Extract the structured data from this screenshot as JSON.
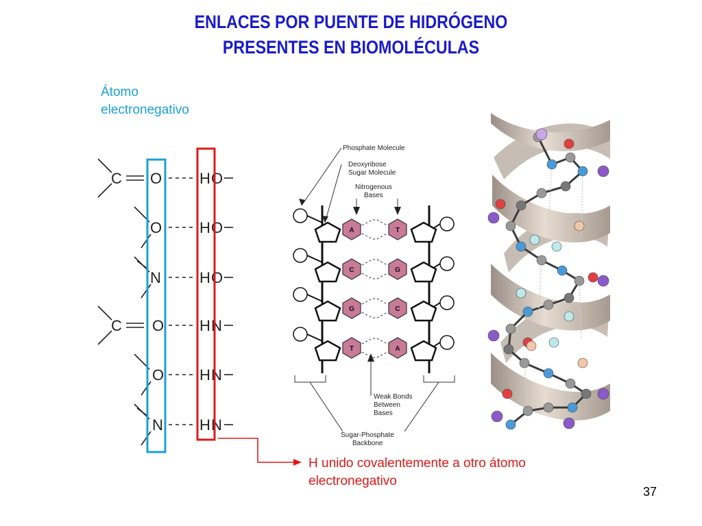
{
  "slide": {
    "title_lines": [
      "ENLACES POR PUENTE DE HIDRÓGENO",
      "PRESENTES EN BIOMOLÉCULAS"
    ],
    "blue_callout_lines": [
      "Átomo",
      "electronegativo"
    ],
    "red_callout_lines": [
      "H unido covalentemente a otro átomo",
      "electronegativo"
    ],
    "page_number": "37"
  },
  "hbond_rows": [
    {
      "left": "C",
      "acceptor": "O",
      "hydrogen": "H",
      "donor": "O"
    },
    {
      "left": "",
      "acceptor": "O",
      "hydrogen": "H",
      "donor": "O"
    },
    {
      "left": "",
      "acceptor": "N",
      "hydrogen": "H",
      "donor": "O"
    },
    {
      "left": "C",
      "acceptor": "O",
      "hydrogen": "H",
      "donor": "N"
    },
    {
      "left": "",
      "acceptor": "O",
      "hydrogen": "H",
      "donor": "N"
    },
    {
      "left": "",
      "acceptor": "N",
      "hydrogen": "H",
      "donor": "N"
    }
  ],
  "dna_diagram": {
    "labels": {
      "phosphate": "Phosphate Molecule",
      "sugar_1": "Deoxyribose",
      "sugar_2": "Sugar Molecule",
      "bases_1": "Nitrogenous",
      "bases_2": "Bases",
      "weak_1": "Weak Bonds",
      "weak_2": "Between",
      "weak_3": "Bases",
      "backbone_1": "Sugar-Phosphate",
      "backbone_2": "Backbone"
    },
    "base_pairs": [
      [
        "A",
        "T"
      ],
      [
        "C",
        "G"
      ],
      [
        "G",
        "C"
      ],
      [
        "T",
        "A"
      ]
    ]
  },
  "colors": {
    "title": "#1a1acc",
    "blue_box": "#1aa0d8",
    "red_box": "#e01818",
    "base_fill": "#c87a96"
  }
}
